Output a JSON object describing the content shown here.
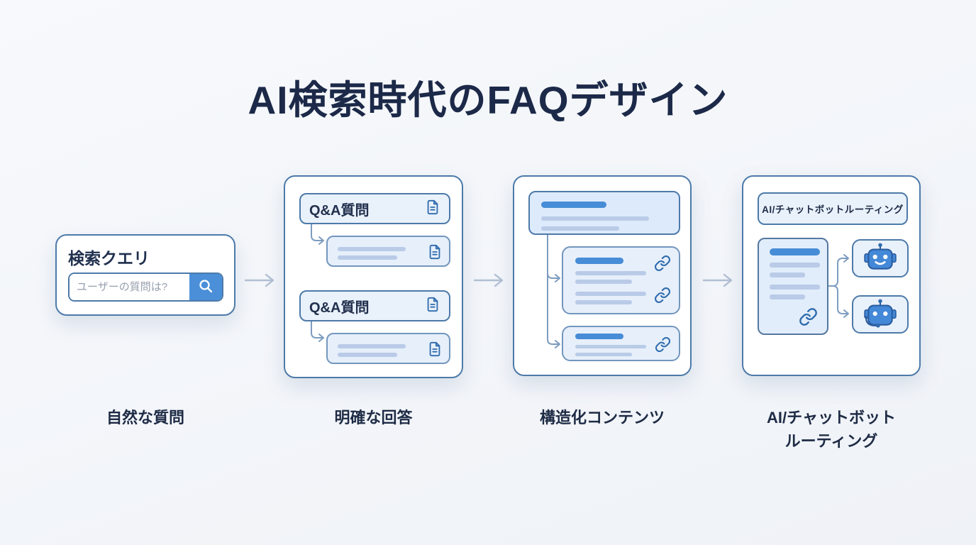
{
  "title": "AI検索時代のFAQデザイン",
  "search_panel": {
    "heading": "検索クエリ",
    "placeholder": "ユーザーの質問は?"
  },
  "qa_panel": {
    "q1": "Q&A質問",
    "q2": "Q&A質問"
  },
  "routing_panel": {
    "heading": "AI/チャットボットルーティング"
  },
  "steps": [
    {
      "label": "自然な質問"
    },
    {
      "label": "明確な回答"
    },
    {
      "label": "構造化コンテンツ"
    },
    {
      "label_line1": "AI/チャットボット",
      "label_line2": "ルーティング"
    }
  ],
  "colors": {
    "background": "#f1f4f8",
    "title_text": "#1c2948",
    "panel_border": "#4d7aa9",
    "panel_bg": "#ffffff",
    "chip_bg": "#e9f1fb",
    "soft_bg": "#e6effa",
    "accent_blue": "#478cd6",
    "placeholder_line": "#b9cbe7",
    "icon_blue": "#2f6bad",
    "connector_blue": "#7d9cc0",
    "flow_arrow_gray": "#b2bfd3",
    "search_button_blue": "#4a8fd8"
  }
}
